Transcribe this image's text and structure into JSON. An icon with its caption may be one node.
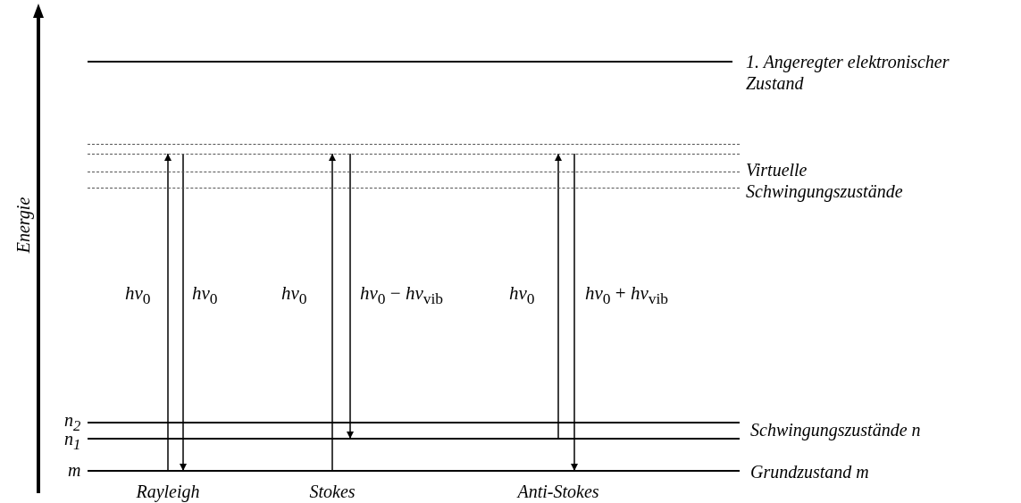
{
  "diagram": {
    "nodes": [
      {
        "text": [],
        "shape": "bar",
        "beside": [
          "1. Angeregter elektronischer Zustand"
        ]
      },
      {
        "text": [],
        "shape": "bar"
      },
      {
        "text": [],
        "shape": "bar"
      },
      {
        "text": [],
        "shape": "bar",
        "beside": [
          "Virtuelle Schwingungszustände"
        ]
      },
      {
        "text": [],
        "shape": "bar"
      },
      {
        "text": [],
        "shape": "bar",
        "beside": [
          "n$_{2}$"
        ]
      },
      {
        "text": [],
        "shape": "bar",
        "beside": [
          "n$_{1}$",
          "Schwingungszustände n"
        ]
      },
      {
        "text": [],
        "shape": "bar",
        "beside": [
          "m",
          "Grundzustand m"
        ]
      }
    ],
    "edges": [
      {
        "from": 7,
        "to": 2,
        "arrow": "to",
        "label": "hν$_{0}$"
      },
      {
        "from": 2,
        "to": 7,
        "arrow": "to",
        "label": "hν$_{0}$"
      },
      {
        "from": 7,
        "to": 2,
        "arrow": "to",
        "label": "hν$_{0}$"
      },
      {
        "from": 2,
        "to": 6,
        "arrow": "to",
        "label": "hν$_{0}$ − hν$_{vib}$"
      },
      {
        "from": 6,
        "to": 2,
        "arrow": "to",
        "label": "hν$_{0}$"
      },
      {
        "from": 2,
        "to": 7,
        "arrow": "to",
        "label": "hν$_{0}$ + hν$_{vib}$"
      }
    ],
    "labels": [
      "Energie",
      "Rayleigh",
      "Stokes",
      "Anti-Stokes"
    ]
  }
}
